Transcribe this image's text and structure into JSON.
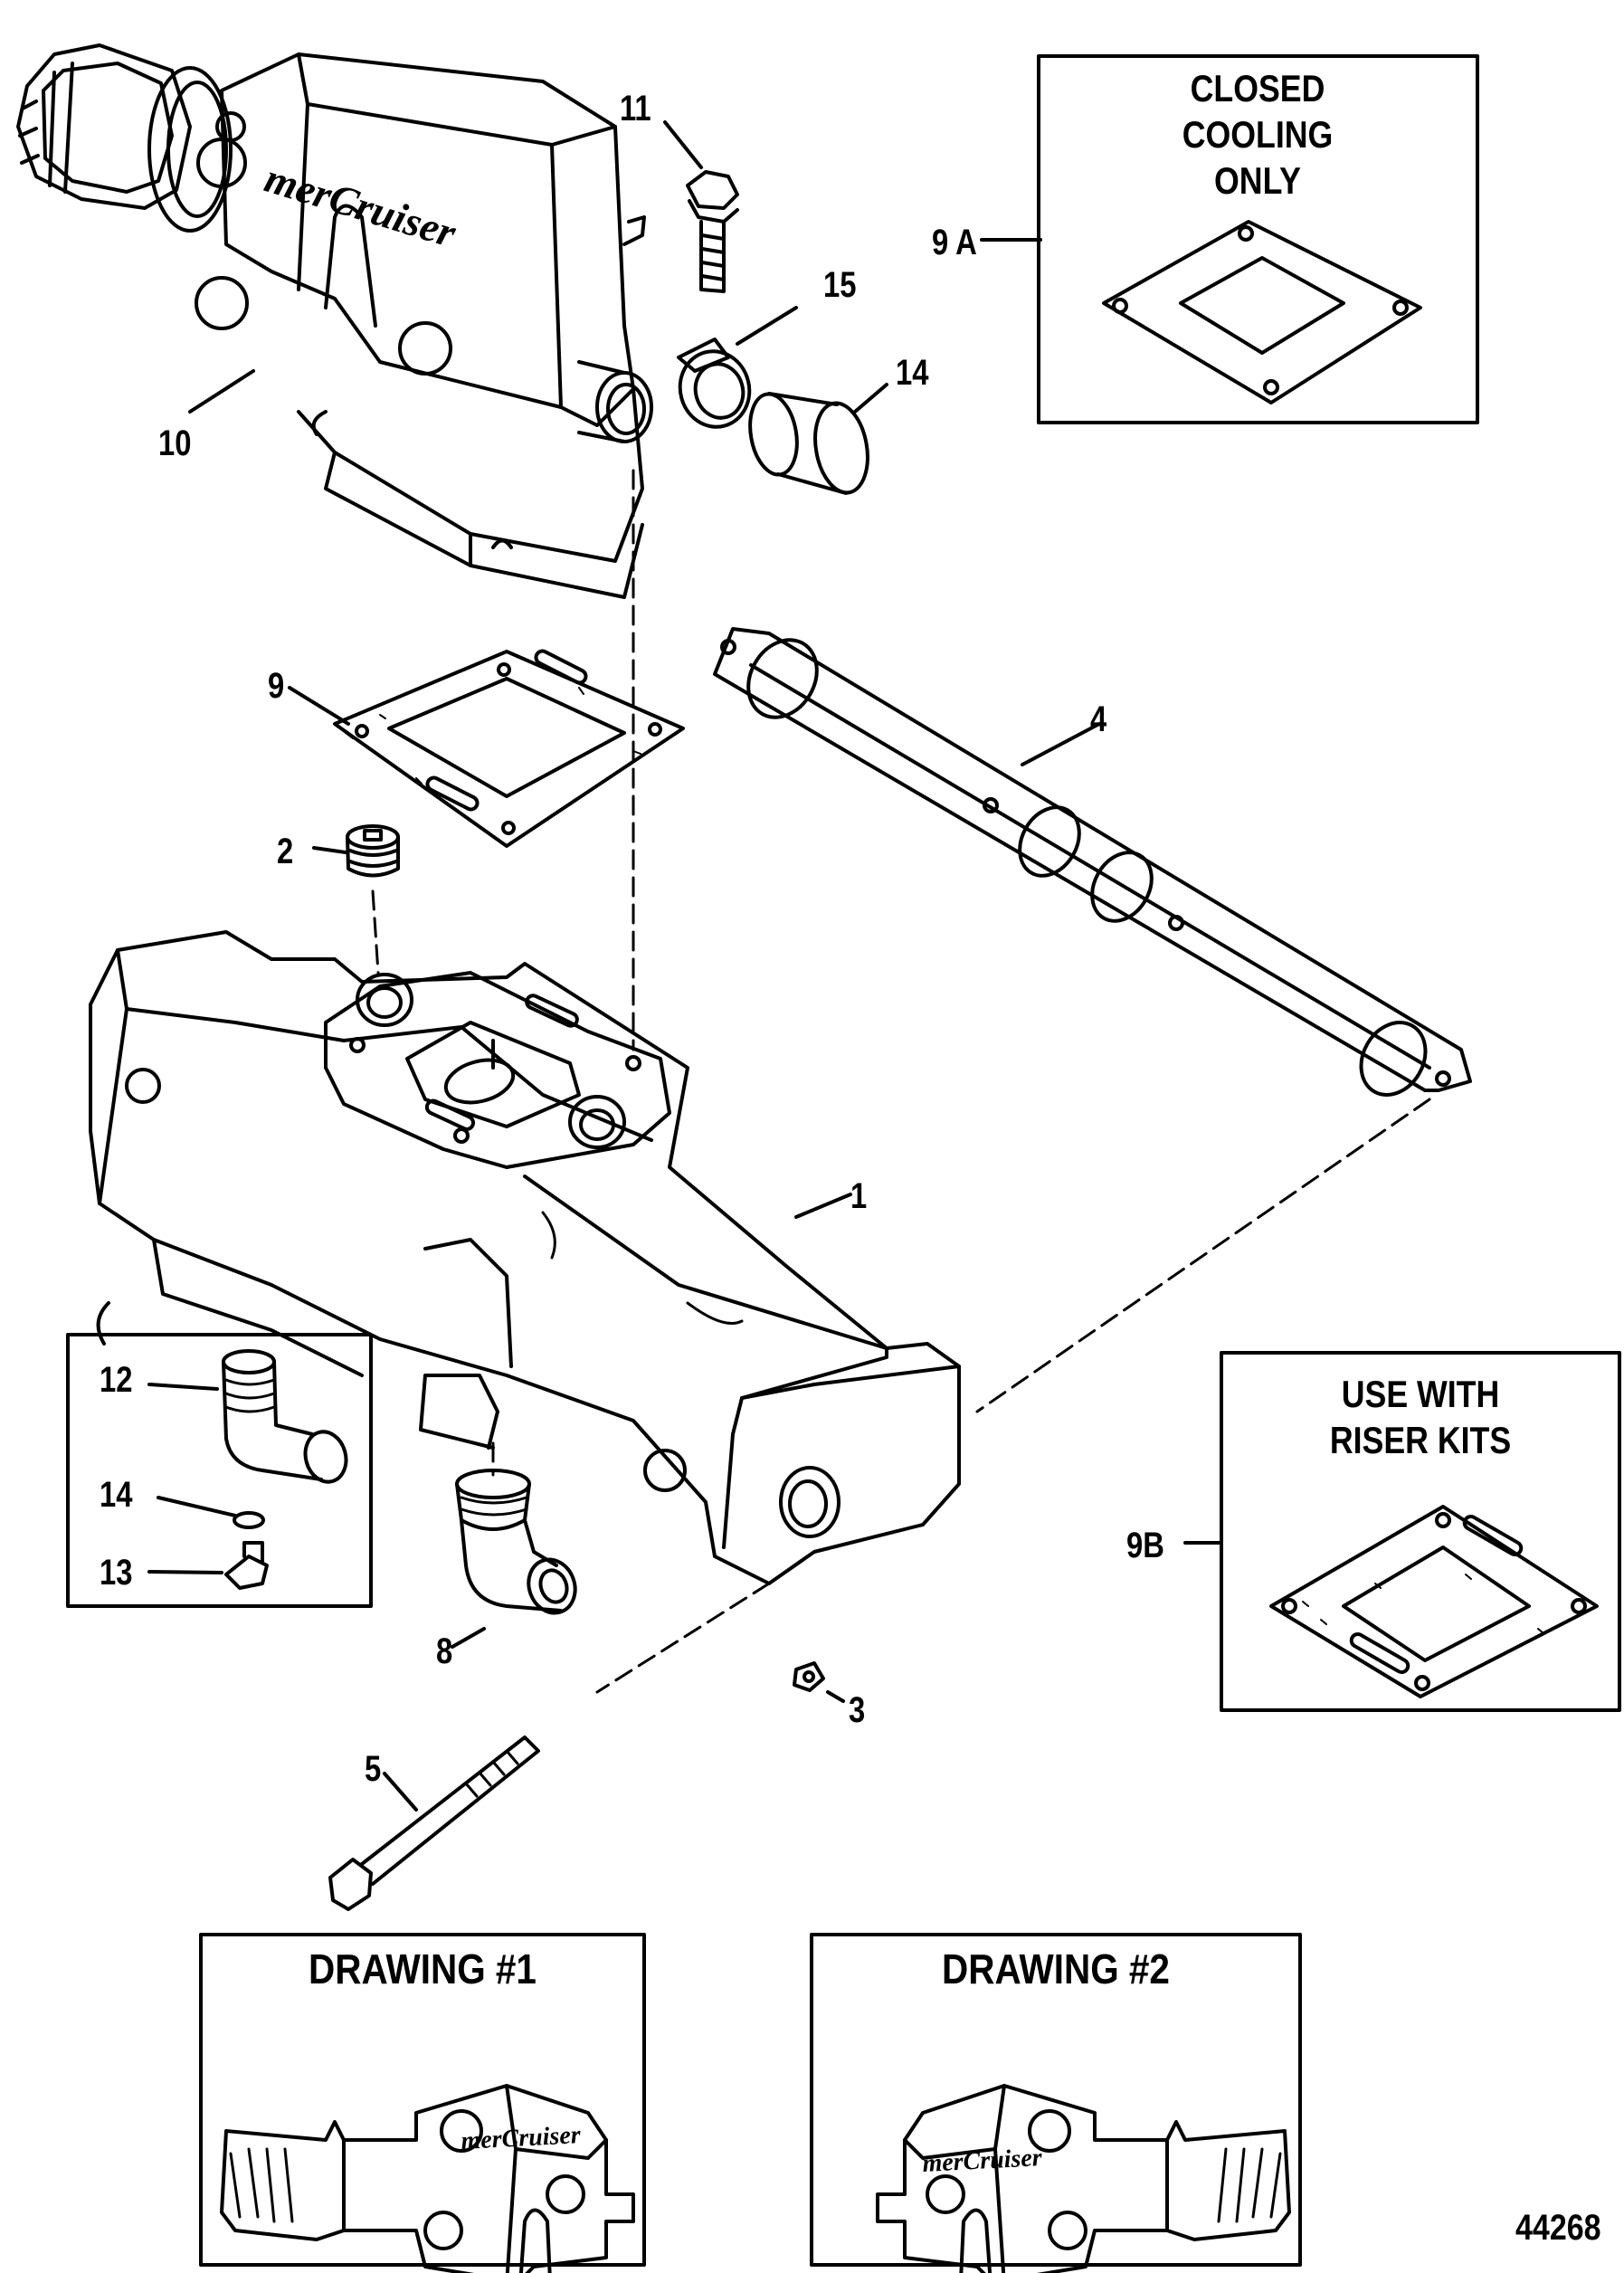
{
  "callouts": {
    "c1": "1",
    "c2": "2",
    "c3": "3",
    "c4": "4",
    "c5": "5",
    "c8": "8",
    "c9": "9",
    "c9a": "9 A",
    "c9b": "9B",
    "c10": "10",
    "c11": "11",
    "c12": "12",
    "c13": "13",
    "c14a": "14",
    "c14b": "14",
    "c15": "15"
  },
  "box_closed_cooling": {
    "line1": "CLOSED",
    "line2": "COOLING",
    "line3": "ONLY"
  },
  "box_riser_kits": {
    "line1": "USE WITH",
    "line2": "RISER KITS"
  },
  "drawing_1": {
    "title": "DRAWING #1"
  },
  "drawing_2": {
    "title": "DRAWING #2"
  },
  "figure_number": "44268",
  "brand_logo": "MerCruiser",
  "icons": [
    "elbow-icon",
    "bolt-icon",
    "hose-clamp-icon",
    "sleeve-icon",
    "gasket-icon",
    "plug-icon",
    "manifold-icon",
    "fitting-icon",
    "o-ring-icon",
    "stud-icon"
  ]
}
